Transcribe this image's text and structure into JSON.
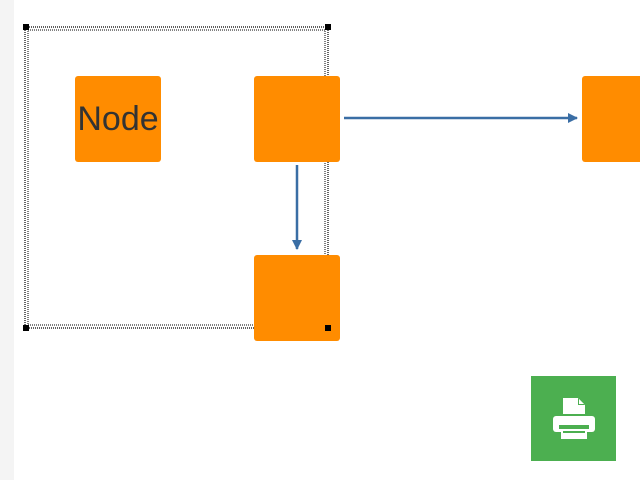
{
  "nodes": [
    {
      "id": "node-1",
      "label": "Node"
    },
    {
      "id": "node-2",
      "label": ""
    },
    {
      "id": "node-3",
      "label": ""
    },
    {
      "id": "node-4",
      "label": ""
    }
  ],
  "edges": [
    {
      "from": "node-2",
      "to": "node-4"
    },
    {
      "from": "node-2",
      "to": "node-3"
    }
  ],
  "colors": {
    "node_fill": "#ff8c00",
    "edge": "#3a6ea5",
    "print_button": "#4caf50"
  },
  "toolbar": {
    "print_icon": "printer-icon"
  }
}
